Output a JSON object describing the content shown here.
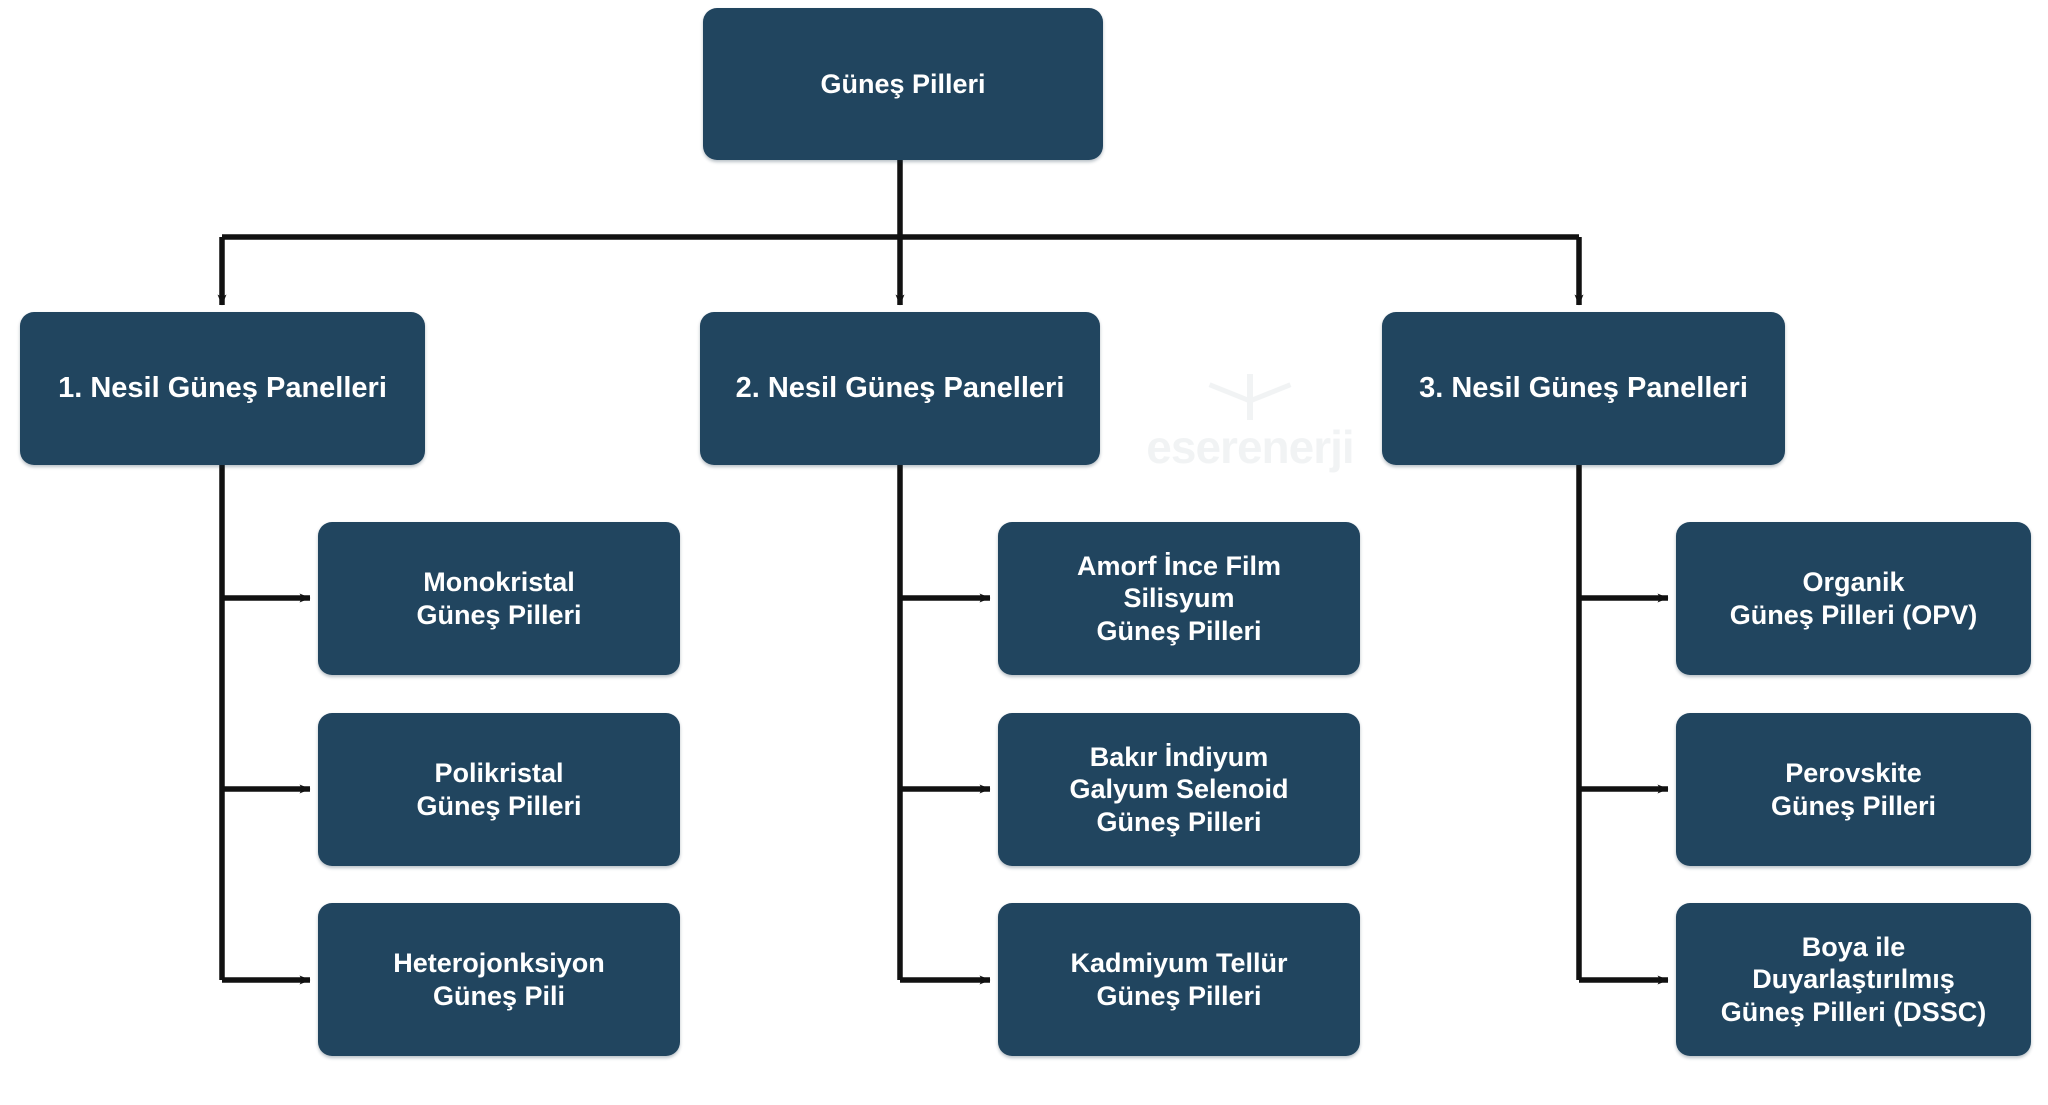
{
  "diagram": {
    "type": "tree",
    "title": "Güneş Pilleri",
    "orientation": "top-down",
    "colors": {
      "node_fill": "#21455f",
      "node_text": "#ffffff",
      "connector": "#111111",
      "background": "#ffffff"
    },
    "root": {
      "label": "Güneş Pilleri"
    },
    "branches": [
      {
        "label": "1. Nesil Güneş Panelleri",
        "children": [
          {
            "label": "Monokristal\nGüneş Pilleri"
          },
          {
            "label": "Polikristal\nGüneş Pilleri"
          },
          {
            "label": "Heterojonksiyon\nGüneş Pili"
          }
        ]
      },
      {
        "label": "2. Nesil Güneş Panelleri",
        "children": [
          {
            "label": "Amorf İnce Film\nSilisyum\nGüneş Pilleri"
          },
          {
            "label": "Bakır İndiyum\nGalyum Selenoid\nGüneş Pilleri"
          },
          {
            "label": "Kadmiyum Tellür\nGüneş Pilleri"
          }
        ]
      },
      {
        "label": "3. Nesil Güneş Panelleri",
        "children": [
          {
            "label": "Organik\nGüneş Pilleri (OPV)"
          },
          {
            "label": "Perovskite\nGüneş Pilleri"
          },
          {
            "label": "Boya ile\nDuyarlaştırılmış\nGüneş Pilleri (DSSC)"
          }
        ]
      }
    ]
  },
  "watermark": {
    "text": "eserenerji"
  }
}
